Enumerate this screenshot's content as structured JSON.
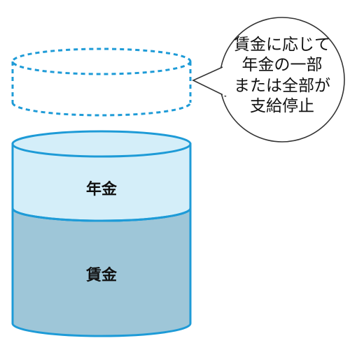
{
  "diagram": {
    "pension_label": "年金",
    "wage_label": "賃金",
    "callout_lines": [
      "賃金に応じて",
      "年金の一部",
      "または全部が",
      "支給停止"
    ],
    "colors": {
      "outline": "#1e9bd7",
      "pension_fill": "#d4eef9",
      "wage_fill": "#9ec6d8",
      "bubble_fill": "#ffffff",
      "bubble_stroke": "#333333"
    }
  }
}
